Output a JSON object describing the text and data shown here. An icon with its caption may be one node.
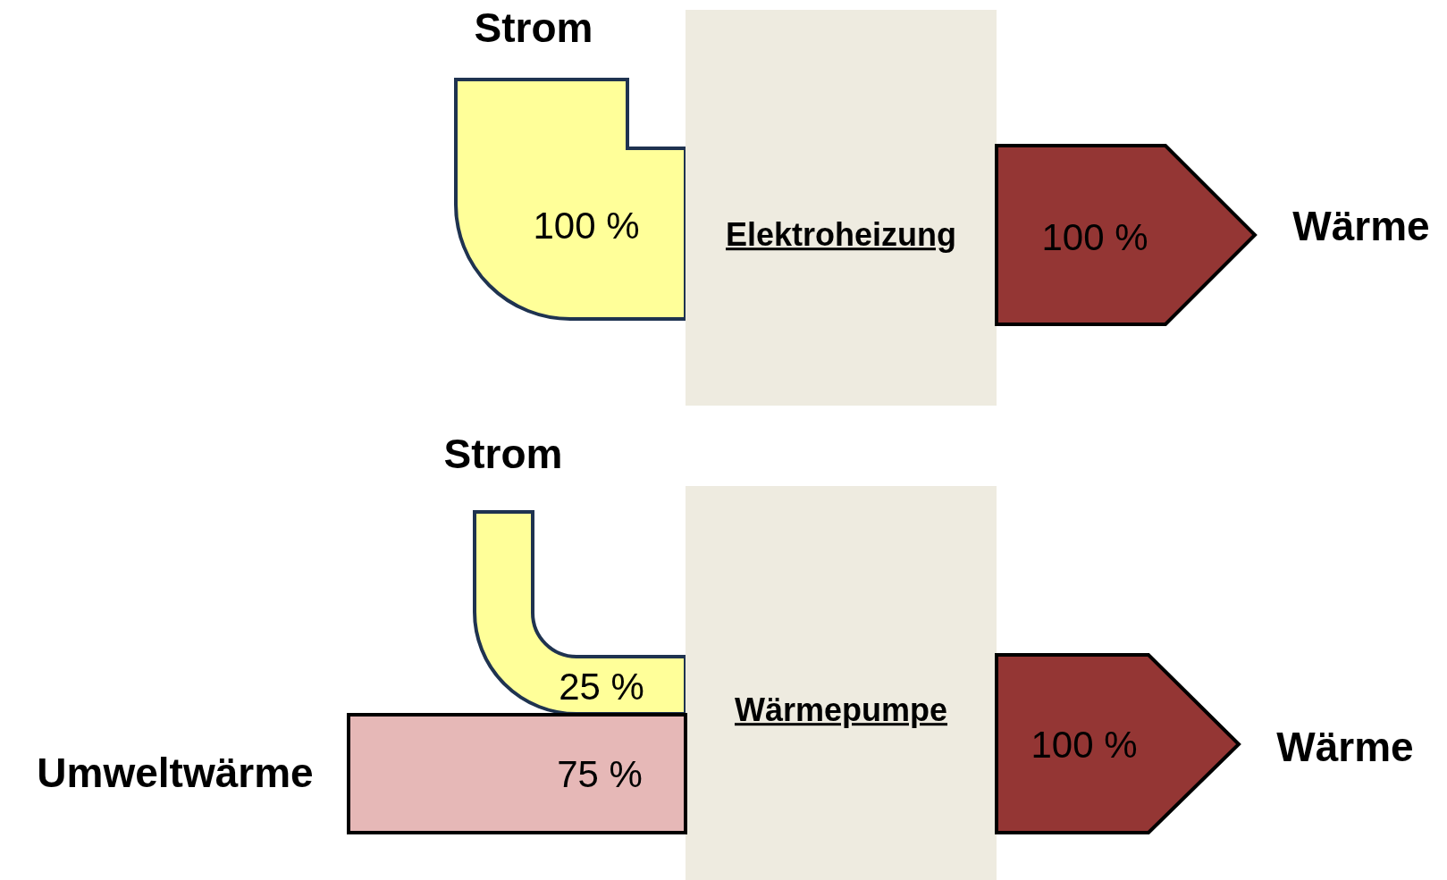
{
  "diagram": {
    "nodes": [
      {
        "text": [
          "Strom",
          "100 %"
        ]
      },
      {
        "text": [
          "Elektroheizung"
        ]
      },
      {
        "text": [
          "100 %",
          "Wärme"
        ]
      },
      {
        "text": [
          "Strom",
          "25 %"
        ]
      },
      {
        "text": [
          "Wärmepumpe"
        ]
      },
      {
        "text": [
          "Umweltwärme",
          "75 %"
        ]
      },
      {
        "text": [
          "100 %",
          "Wärme"
        ]
      }
    ]
  }
}
